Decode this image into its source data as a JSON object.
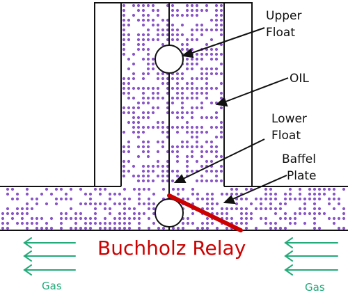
{
  "labels": {
    "upper_float": [
      "Upper",
      "Float"
    ],
    "oil": "OIL",
    "lower_float": [
      "Lower",
      "Float"
    ],
    "baffle_plate": [
      "Baffel",
      "Plate"
    ]
  },
  "title": "Buchholz Relay",
  "gas_left": "Gas",
  "gas_right": "Gas",
  "colors": {
    "oil_dots": "#8a55c8",
    "baffle": "#cc0000",
    "title": "#cc0000",
    "gas_arrows": "#22aa7a",
    "gas_text": "#22aa7a",
    "outline": "#111111"
  }
}
